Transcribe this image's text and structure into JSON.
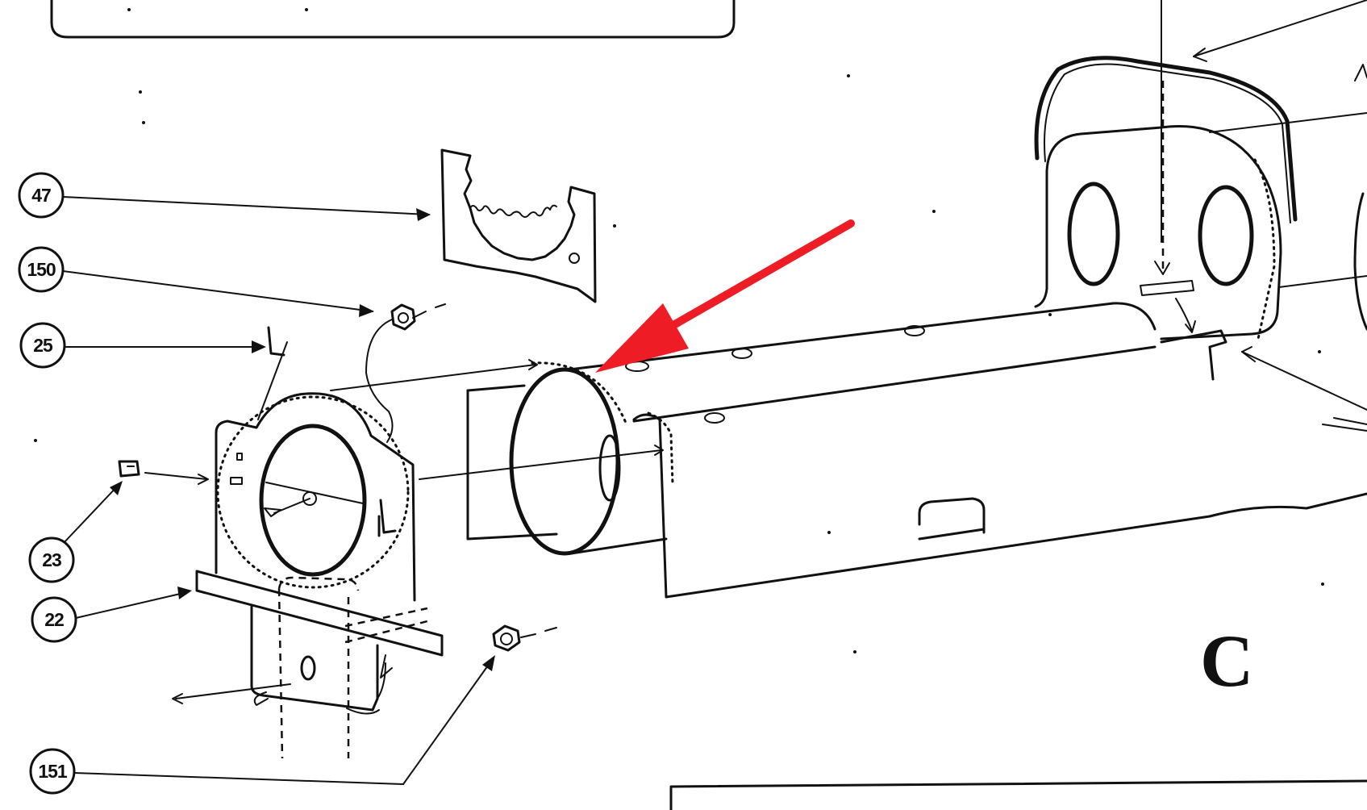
{
  "callouts": [
    {
      "id": "callout-47",
      "label": "47"
    },
    {
      "id": "callout-150",
      "label": "150"
    },
    {
      "id": "callout-25",
      "label": "25"
    },
    {
      "id": "callout-23",
      "label": "23"
    },
    {
      "id": "callout-22",
      "label": "22"
    },
    {
      "id": "callout-151",
      "label": "151"
    }
  ],
  "section_label": "C",
  "colors": {
    "ink": "#111111",
    "highlight_arrow": "#ee1c24",
    "paper": "#ffffff"
  }
}
